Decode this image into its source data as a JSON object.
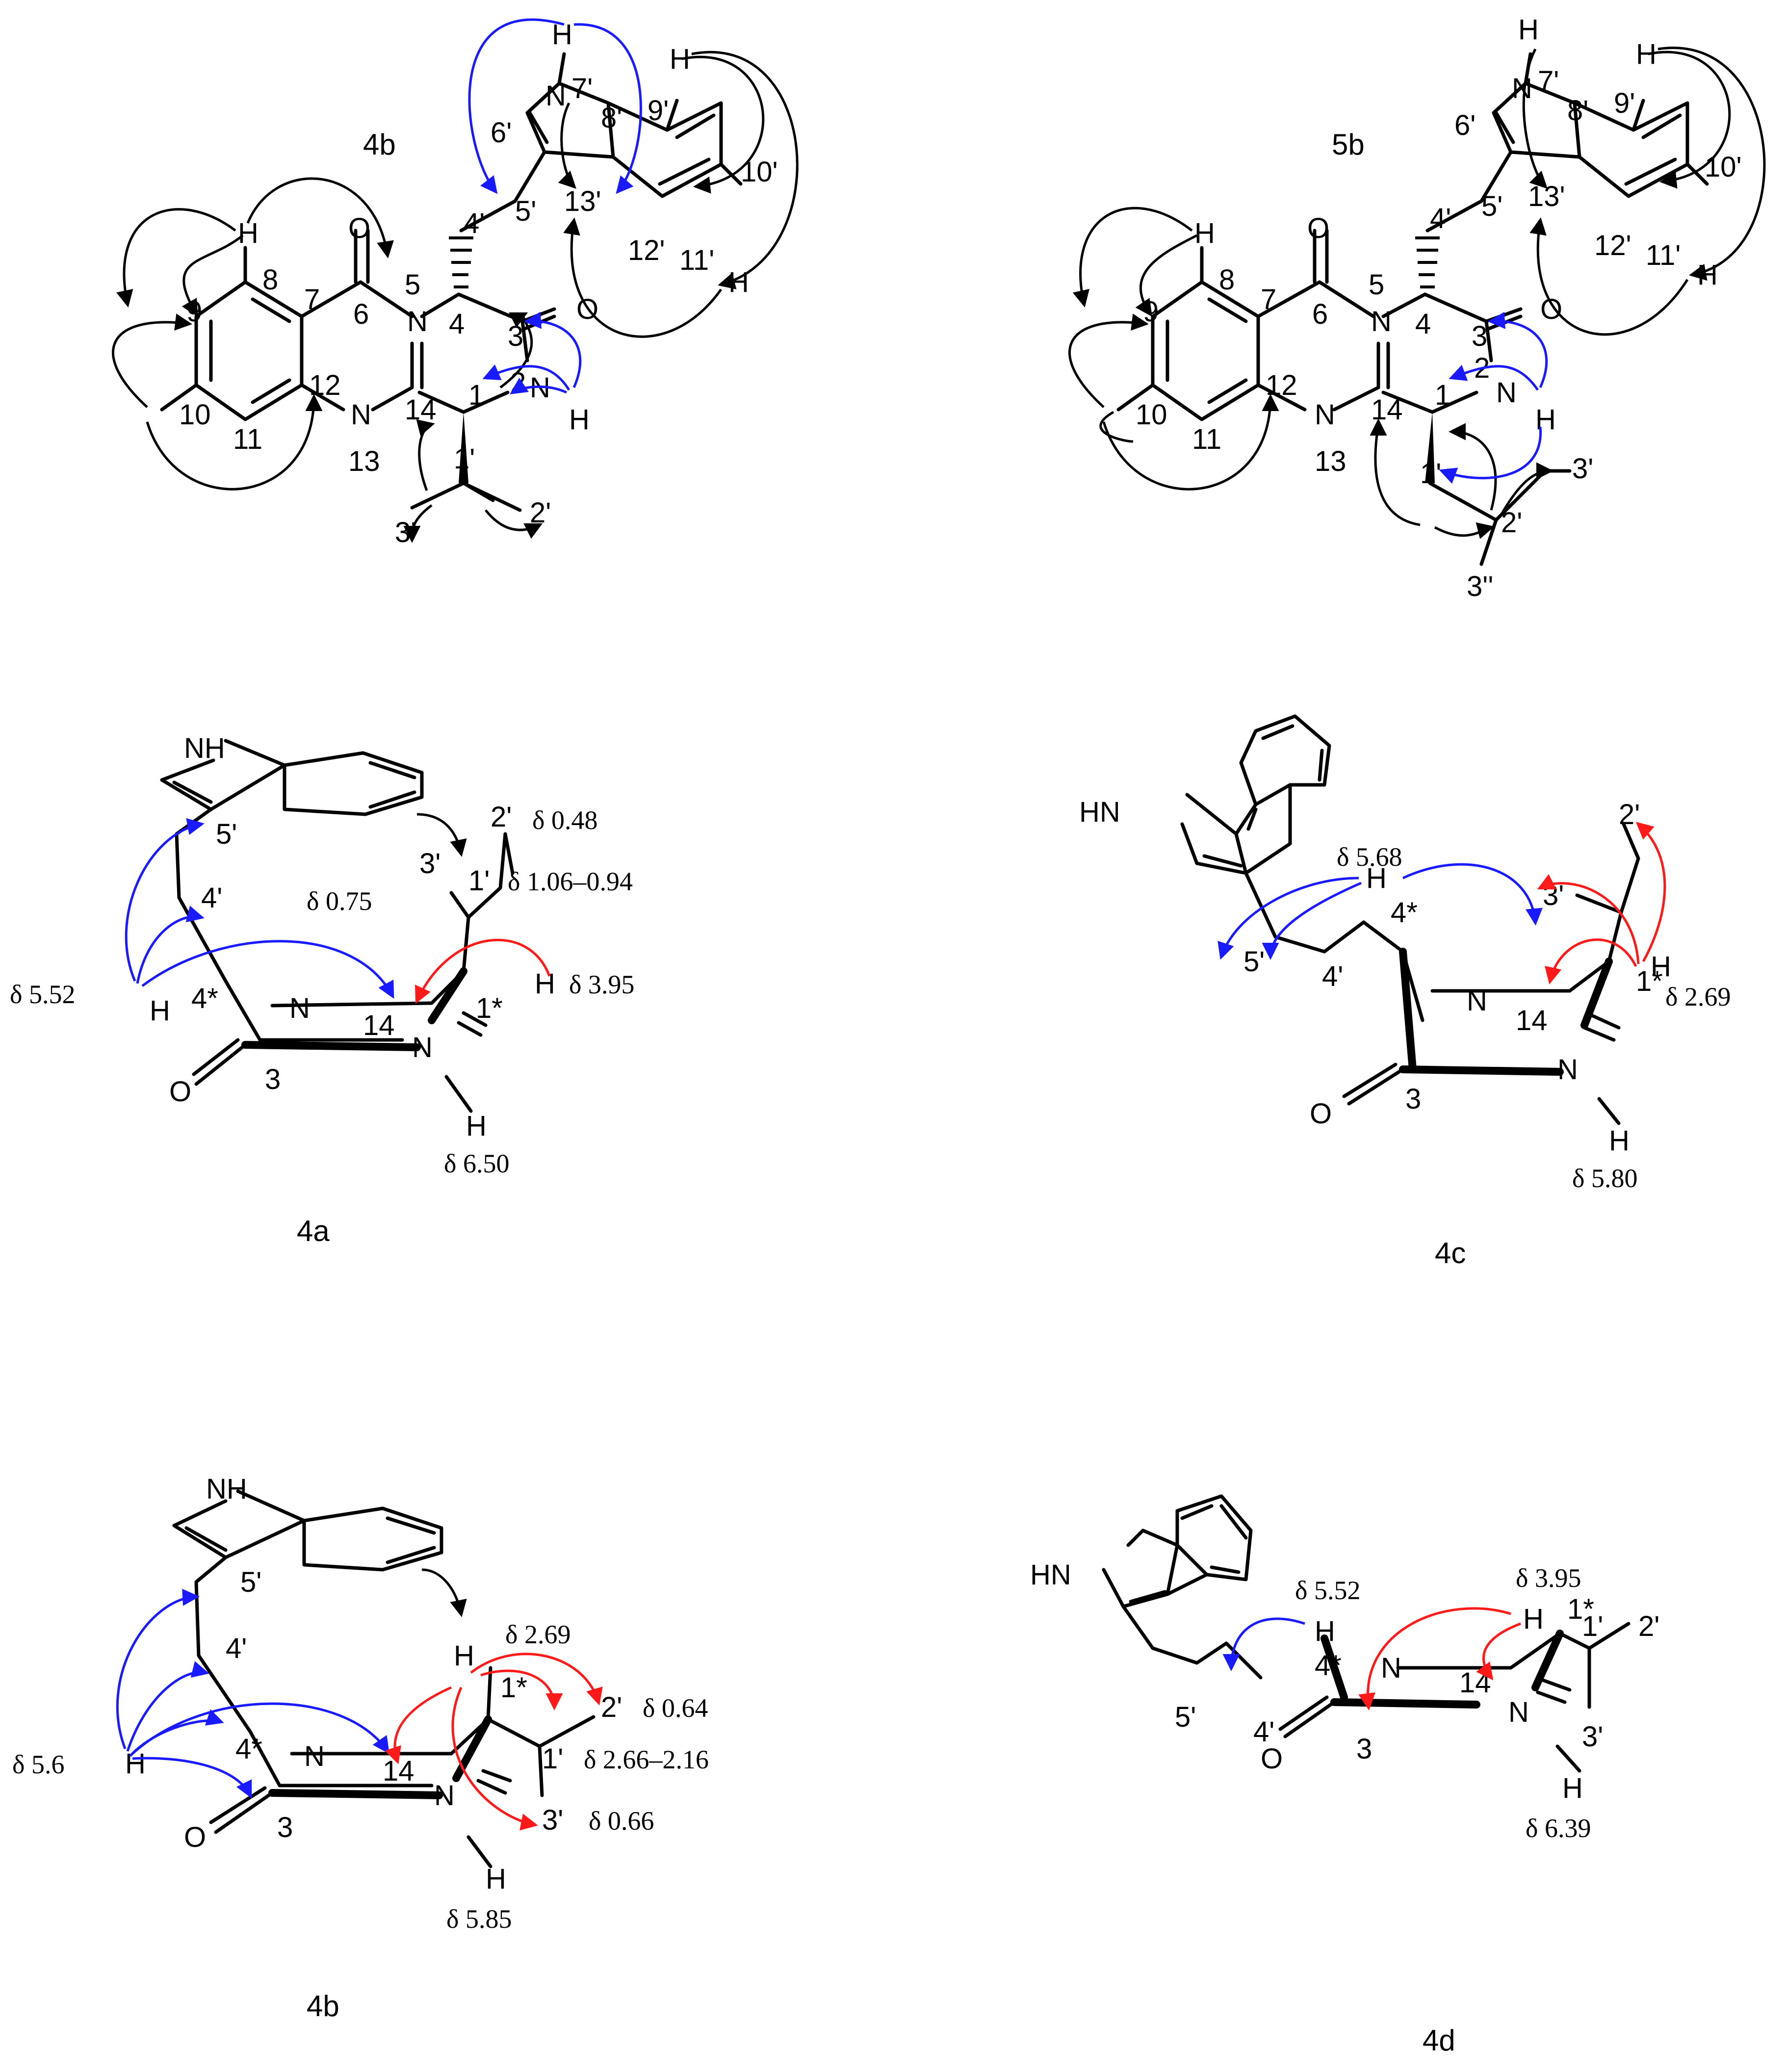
{
  "panels": {
    "top_left": {
      "caption": "4b",
      "atoms": [
        "H",
        "N",
        "7'",
        "6'",
        "8'",
        "9'",
        "H",
        "10'",
        "13'",
        "5'",
        "4'",
        "12'",
        "11'",
        "H",
        "H",
        "O",
        "8",
        "7",
        "6",
        "5",
        "N",
        "4",
        "3",
        "O",
        "9",
        "12",
        "2",
        "N",
        "H",
        "10",
        "11",
        "N",
        "14",
        "1",
        "13",
        "1'",
        "3'",
        "2'"
      ]
    },
    "top_right": {
      "caption": "5b",
      "atoms": [
        "H",
        "N",
        "7'",
        "6'",
        "8'",
        "9'",
        "H",
        "10'",
        "13'",
        "5'",
        "4'",
        "12'",
        "11'",
        "H",
        "O",
        "H",
        "8",
        "7",
        "6",
        "5",
        "N",
        "4",
        "3",
        "O",
        "9",
        "12",
        "N",
        "2",
        "H",
        "10",
        "11",
        "N",
        "14",
        "1",
        "13",
        "1'",
        "3'",
        "2'",
        "3''"
      ]
    },
    "mid_left": {
      "caption": "4a",
      "nh": "NH",
      "labels": [
        "5'",
        "4'",
        "4*",
        "H",
        "N",
        "14",
        "1*",
        "H",
        "3",
        "O",
        "N",
        "H",
        "3'",
        "1'",
        "2'"
      ],
      "shifts": {
        "h4": "δ 5.52",
        "h1": "δ 3.95",
        "nh": "δ 6.50",
        "c2": "δ 0.48",
        "c1": "δ 1.06–0.94",
        "c3": "δ 0.75"
      }
    },
    "mid_right": {
      "caption": "4c",
      "nh": "HN",
      "labels": [
        "5'",
        "4'",
        "4*",
        "H",
        "N",
        "14",
        "1*",
        "H",
        "3",
        "O",
        "N",
        "H",
        "3'",
        "2'"
      ],
      "shifts": {
        "h4": "δ 5.68",
        "h1": "δ 2.69",
        "nh": "δ 5.80"
      }
    },
    "bot_left": {
      "caption": "4b",
      "nh": "NH",
      "labels": [
        "5'",
        "4'",
        "4*",
        "H",
        "N",
        "14",
        "1*",
        "H",
        "3",
        "O",
        "N",
        "H",
        "1'",
        "2'",
        "3'"
      ],
      "shifts": {
        "h4": "δ 5.6",
        "h1": "δ 2.69",
        "nh": "δ 5.85",
        "c2": "δ 0.64",
        "c1": "δ 2.66–2.16",
        "c3": "δ 0.66"
      }
    },
    "bot_right": {
      "caption": "4d",
      "nh": "HN",
      "labels": [
        "5'",
        "4'",
        "4*",
        "H",
        "N",
        "14",
        "1*",
        "H",
        "3",
        "O",
        "N",
        "H",
        "1'",
        "2'",
        "3'"
      ],
      "shifts": {
        "h4": "δ 5.52",
        "h1": "δ 3.95",
        "nh": "δ 6.39"
      }
    }
  },
  "arrow_colors": {
    "hmbc": "#000000",
    "noe_blue": "#1a1aff",
    "noe_red": "#ff1a1a"
  }
}
